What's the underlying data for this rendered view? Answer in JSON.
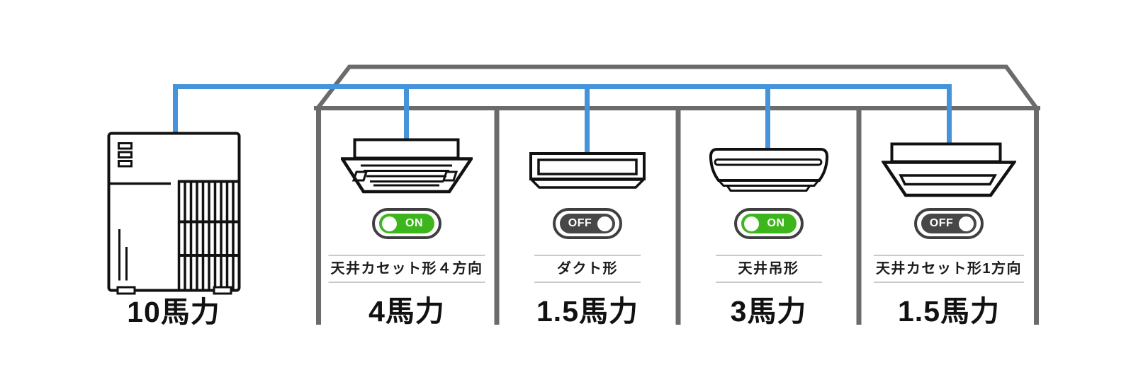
{
  "colors": {
    "pipe_blue": "#4493DB",
    "wall_gray": "#6B6B6B",
    "on_green": "#3CB61C",
    "off_gray": "#474747",
    "line_gray": "#C9C9C9"
  },
  "outdoor_unit": {
    "icon": "outdoor-unit-icon",
    "label": "10馬力"
  },
  "units": [
    {
      "icon": "ceiling-cassette-4way-icon",
      "state": "ON",
      "type": "天井カセット形４方向",
      "power": "4馬力"
    },
    {
      "icon": "duct-type-icon",
      "state": "OFF",
      "type": "ダクト形",
      "power": "1.5馬力"
    },
    {
      "icon": "ceiling-suspended-icon",
      "state": "ON",
      "type": "天井吊形",
      "power": "3馬力"
    },
    {
      "icon": "ceiling-cassette-1way-icon",
      "state": "OFF",
      "type": "天井カセット形1方向",
      "power": "1.5馬力"
    }
  ]
}
